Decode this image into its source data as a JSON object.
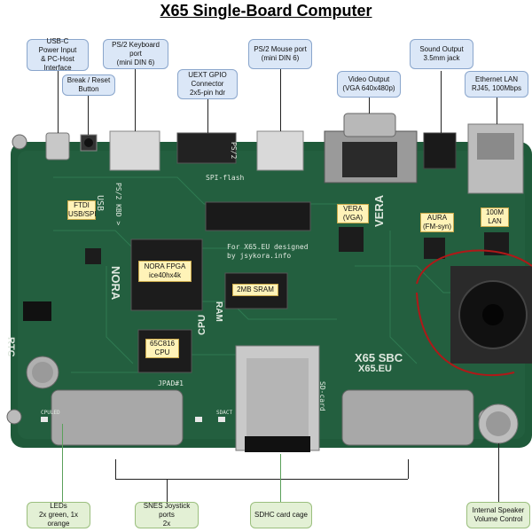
{
  "title": "X65 Single-Board Computer",
  "callouts": {
    "usbc": [
      "USB-C",
      "Power Input",
      "& PC-Host Interface"
    ],
    "reset": [
      "Break / Reset",
      "Button"
    ],
    "ps2kbd": [
      "PS/2 Keyboard port",
      "(mini DIN 6)"
    ],
    "uext": [
      "UEXT GPIO",
      "Connector",
      "2x5-pin hdr"
    ],
    "ps2mouse": [
      "PS/2 Mouse port",
      "(mini DIN 6)"
    ],
    "video": [
      "Video Output",
      "(VGA 640x480p)"
    ],
    "sound": [
      "Sound Output",
      "3.5mm jack"
    ],
    "ethernet": [
      "Ethernet LAN",
      "RJ45, 100Mbps"
    ],
    "leds": [
      "LEDs",
      "2x green, 1x orange"
    ],
    "snes": [
      "SNES Joystick ports",
      "2x"
    ],
    "sdhc": [
      "SDHC card cage"
    ],
    "speaker": [
      "Internal Speaker",
      "Volume Control"
    ]
  },
  "chips": {
    "ftdi": [
      "FTDI",
      "USB/SPI"
    ],
    "nora": [
      "NORA FPGA",
      "ice40hx4k"
    ],
    "sram": [
      "2MB SRAM"
    ],
    "cpu": [
      "65C816",
      "CPU"
    ],
    "vera": [
      "VERA",
      "(VGA)"
    ],
    "aura": [
      "AURA",
      "(FM-syn)"
    ],
    "lan": [
      "100M",
      "LAN"
    ]
  },
  "silkscreen": {
    "usb": "USB",
    "ps2kbd": "PS/2 KBD >",
    "spiflash": "SPI-flash",
    "nora": "NORA",
    "vera": "VERA",
    "ram": "RAM",
    "cpu": "CPU",
    "rtc": "RTC",
    "designed": "For X65.EU designed",
    "author": "by jsykora.info",
    "sbc": "X65 SBC",
    "site": "X65.EU",
    "jpad": "JPAD#1",
    "sdcard": "SD-card",
    "cpuled": "CPULED",
    "sdact": "SDACT",
    "ps2": "PS/2"
  },
  "colors": {
    "pcb": "#1f5a3a",
    "pcb_dark": "#153f29",
    "callout_blue": "#dbe7f7",
    "callout_green": "#e3f0d5",
    "chip_yellow": "#fff3b8"
  }
}
